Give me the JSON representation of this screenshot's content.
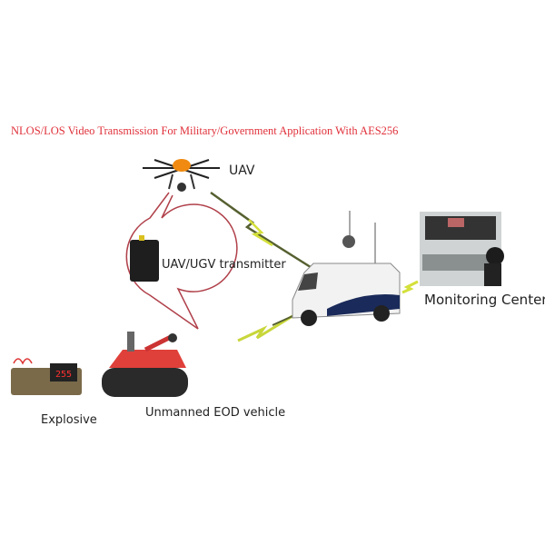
{
  "title": "NLOS/LOS Video Transmission For Military/Government Application With AES256",
  "labels": {
    "uav": "UAV",
    "transmitter": "UAV/UGV transmitter",
    "monitoring": "Monitoring Center",
    "eod": "Unmanned EOD vehicle",
    "explosive": "Explosive"
  },
  "explosive_display": "255",
  "colors": {
    "title": "#e0303a",
    "callout": "#b0404a",
    "link": "#c8d63a"
  }
}
